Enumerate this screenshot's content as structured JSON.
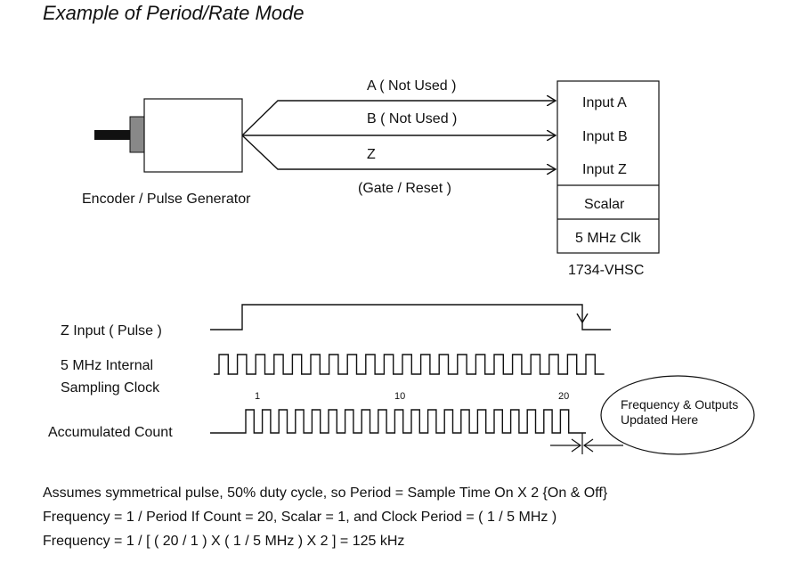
{
  "title": "Example of Period/Rate Mode",
  "encoder": {
    "label": "Encoder / Pulse Generator"
  },
  "signals": {
    "a": "A ( Not Used )",
    "b": "B  ( Not Used )",
    "z": "Z",
    "z_note": "(Gate / Reset )"
  },
  "module": {
    "rows": [
      "Input A",
      "Input B",
      "Input Z",
      "Scalar",
      "5 MHz Clk"
    ],
    "name": "1734-VHSC"
  },
  "timing": {
    "z_input_label": "Z Input ( Pulse )",
    "clock_label_1": "5 MHz Internal",
    "clock_label_2": "Sampling Clock",
    "count_label": "Accumulated Count",
    "clock_pulses": 21,
    "count_pulses": 20,
    "tick_labels": [
      "1",
      "10",
      "20"
    ],
    "callout_1": "Frequency & Outputs",
    "callout_2": "Updated Here"
  },
  "notes": [
    "Assumes symmetrical pulse, 50% duty cycle, so Period = Sample Time On X 2  {On & Off}",
    "Frequency = 1 / Period     If Count = 20, Scalar = 1, and Clock Period = ( 1 / 5 MHz )",
    "Frequency = 1 / [ ( 20 / 1 ) X  ( 1 / 5 MHz ) X 2 ] = 125 kHz"
  ]
}
